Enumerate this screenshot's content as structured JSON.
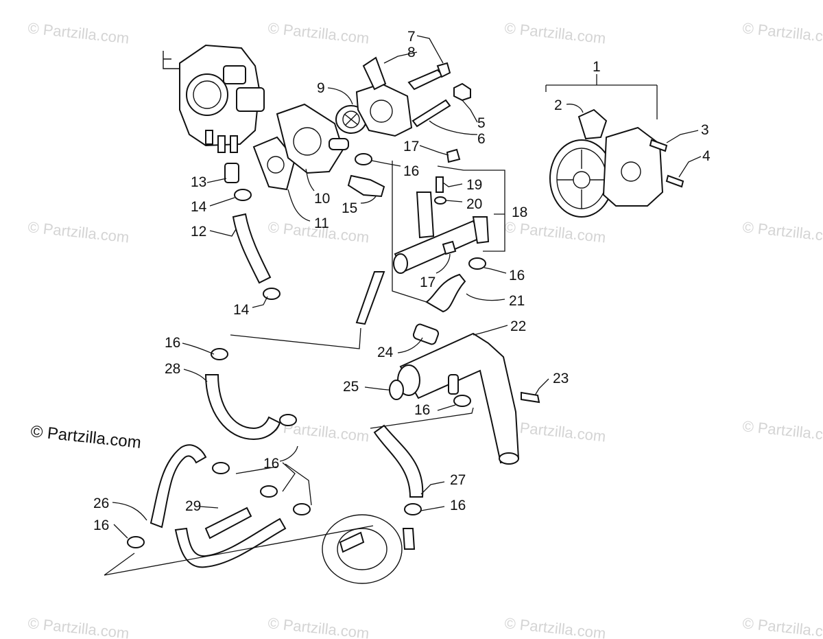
{
  "brand_watermark": "© Partzilla.com",
  "faint_watermark": "© Partzilla.com",
  "callouts": {
    "c1": "1",
    "c2": "2",
    "c3": "3",
    "c4": "4",
    "c5": "5",
    "c6": "6",
    "c7": "7",
    "c8": "8",
    "c9": "9",
    "c10": "10",
    "c11": "11",
    "c12": "12",
    "c13": "13",
    "c14": "14",
    "c15": "15",
    "c16": "16",
    "c17": "17",
    "c18": "18",
    "c19": "19",
    "c20": "20",
    "c21": "21",
    "c22": "22",
    "c23": "23",
    "c24": "24",
    "c25": "25",
    "c26": "26",
    "c27": "27",
    "c28": "28",
    "c29": "29"
  }
}
